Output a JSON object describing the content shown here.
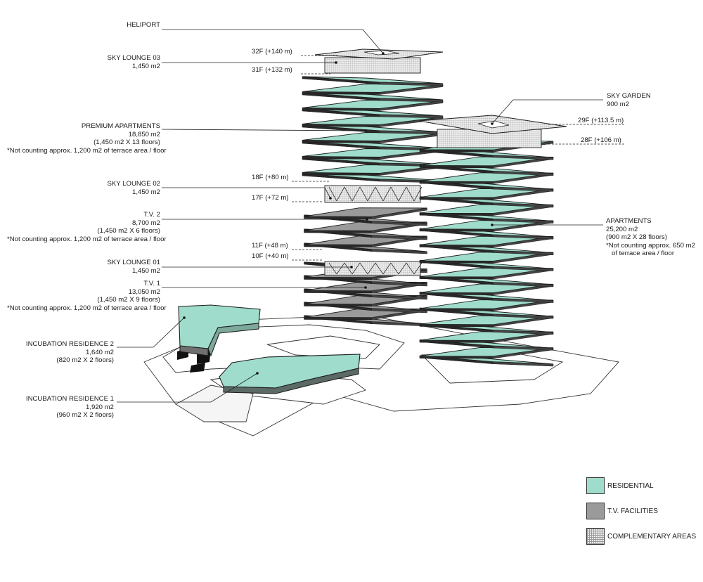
{
  "labels": {
    "heliport": {
      "name": "HELIPORT"
    },
    "sky_lounge_03": {
      "name": "SKY LOUNGE 03",
      "area": "1,450 m2"
    },
    "premium_apartments": {
      "name": "PREMIUM APARTMENTS",
      "area": "18,850 m2",
      "detail": "(1,450 m2 X 13 floors)",
      "note": "*Not counting approx. 1,200 m2 of terrace area / floor"
    },
    "sky_lounge_02": {
      "name": "SKY LOUNGE 02",
      "area": "1,450 m2"
    },
    "tv2": {
      "name": "T.V. 2",
      "area": "8,700 m2",
      "detail": "(1,450 m2 X 6 floors)",
      "note": "*Not counting approx. 1,200 m2 of terrace area / floor"
    },
    "sky_lounge_01": {
      "name": "SKY LOUNGE 01",
      "area": "1,450 m2"
    },
    "tv1": {
      "name": "T.V. 1",
      "area": "13,050 m2",
      "detail": "(1,450 m2 X 9 floors)",
      "note": "*Not counting approx. 1,200 m2 of terrace area / floor"
    },
    "incubation_2": {
      "name": "INCUBATION RESIDENCE 2",
      "area": "1,640 m2",
      "detail": "(820 m2 X 2 floors)"
    },
    "incubation_1": {
      "name": "INCUBATION RESIDENCE 1",
      "area": "1,920 m2",
      "detail": "(960 m2 X 2 floors)"
    },
    "sky_garden": {
      "name": "SKY GARDEN",
      "area": "900 m2"
    },
    "apartments": {
      "name": "APARTMENTS",
      "area": "25,200 m2",
      "detail": "(900 m2 X 28 floors)",
      "note1": "*Not counting approx. 650 m2",
      "note2": "of terrace area / floor"
    }
  },
  "levels": {
    "f32": "32F (+140 m)",
    "f31": "31F (+132 m)",
    "f18": "18F (+80 m)",
    "f17": "17F (+72 m)",
    "f11": "11F (+48 m)",
    "f10": "10F (+40 m)",
    "f29": "29F (+113.5 m)",
    "f28": "28F (+106 m)"
  },
  "legend": [
    {
      "label": "RESIDENTIAL",
      "color": "#9fdccb"
    },
    {
      "label": "T.V. FACILITIES",
      "color": "#9a9a9a"
    },
    {
      "label": "COMPLEMENTARY AREAS",
      "color": "#e6e6e6"
    }
  ],
  "colors": {
    "residential": "#9fdccb",
    "tv": "#9a9a9a",
    "complementary": "#e6e6e6",
    "outline": "#1e1e1e"
  }
}
